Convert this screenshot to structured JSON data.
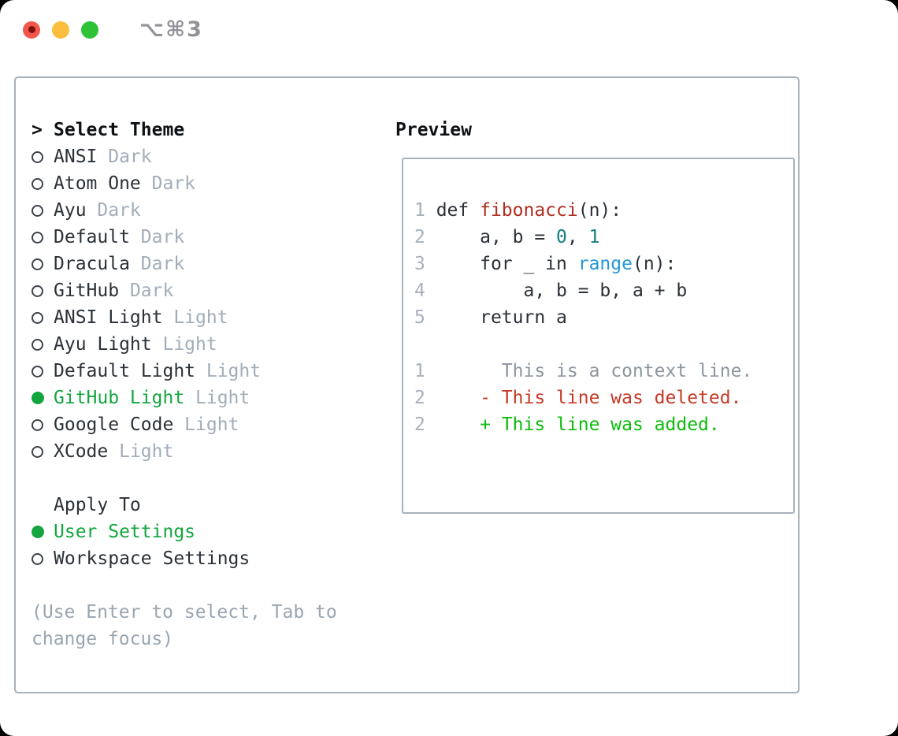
{
  "window": {
    "title": "⌥⌘3"
  },
  "titlebar": {
    "buttons": [
      {
        "name": "close-button",
        "color": "#f2574c"
      },
      {
        "name": "minimize-button",
        "color": "#fcbe3e"
      },
      {
        "name": "zoom-button",
        "color": "#2ec236"
      }
    ]
  },
  "theme_panel": {
    "header": "Select Theme",
    "items": [
      {
        "name": "ANSI",
        "variant": "Dark",
        "selected": false
      },
      {
        "name": "Atom One",
        "variant": "Dark",
        "selected": false
      },
      {
        "name": "Ayu",
        "variant": "Dark",
        "selected": false
      },
      {
        "name": "Default",
        "variant": "Dark",
        "selected": false
      },
      {
        "name": "Dracula",
        "variant": "Dark",
        "selected": false
      },
      {
        "name": "GitHub",
        "variant": "Dark",
        "selected": false
      },
      {
        "name": "ANSI Light",
        "variant": "Light",
        "selected": false
      },
      {
        "name": "Ayu Light",
        "variant": "Light",
        "selected": false
      },
      {
        "name": "Default Light",
        "variant": "Light",
        "selected": false
      },
      {
        "name": "GitHub Light",
        "variant": "Light",
        "selected": true
      },
      {
        "name": "Google Code",
        "variant": "Light",
        "selected": false
      },
      {
        "name": "XCode",
        "variant": "Light",
        "selected": false
      }
    ],
    "apply_to": {
      "header": "Apply To",
      "options": [
        {
          "label": "User Settings",
          "selected": true
        },
        {
          "label": "Workspace Settings",
          "selected": false
        }
      ]
    },
    "hint": "(Use Enter to select, Tab to change focus)"
  },
  "preview": {
    "header": "Preview",
    "code_lines": [
      {
        "num": "1",
        "segments": [
          [
            "def ",
            "fg"
          ],
          [
            "fibonacci",
            "func"
          ],
          [
            "(n):",
            "fg"
          ]
        ]
      },
      {
        "num": "2",
        "segments": [
          [
            "    a, b = ",
            "fg"
          ],
          [
            "0",
            "num"
          ],
          [
            ", ",
            "fg"
          ],
          [
            "1",
            "num"
          ]
        ]
      },
      {
        "num": "3",
        "segments": [
          [
            "    for _ in ",
            "fg"
          ],
          [
            "range",
            "builtin"
          ],
          [
            "(n):",
            "fg"
          ]
        ]
      },
      {
        "num": "4",
        "segments": [
          [
            "        a, b = b, a + b",
            "fg"
          ]
        ]
      },
      {
        "num": "5",
        "segments": [
          [
            "    return a",
            "fg"
          ]
        ]
      },
      {
        "num": "",
        "segments": []
      },
      {
        "num": "1",
        "segments": [
          [
            "      This is a context line.",
            "context"
          ]
        ]
      },
      {
        "num": "2",
        "segments": [
          [
            "    - This line was deleted.",
            "deleted"
          ]
        ]
      },
      {
        "num": "2",
        "segments": [
          [
            "    + This line was added.",
            "added"
          ]
        ]
      }
    ]
  },
  "colors": {
    "selected_green": "#13a63e",
    "muted_gray": "#a2adb9",
    "text_dark": "#2b3137",
    "header_black": "#0d1114",
    "panel_border": "#a9b1ba",
    "func_red": "#b12d20",
    "number_teal": "#137e7e",
    "builtin_blue": "#2397d4",
    "diff_context": "#8d969f",
    "diff_deleted": "#c63a26",
    "diff_added": "#0cbd0c",
    "traffic_red": "#f2574c",
    "traffic_yellow": "#fcbe3e",
    "traffic_green": "#2ec236"
  }
}
